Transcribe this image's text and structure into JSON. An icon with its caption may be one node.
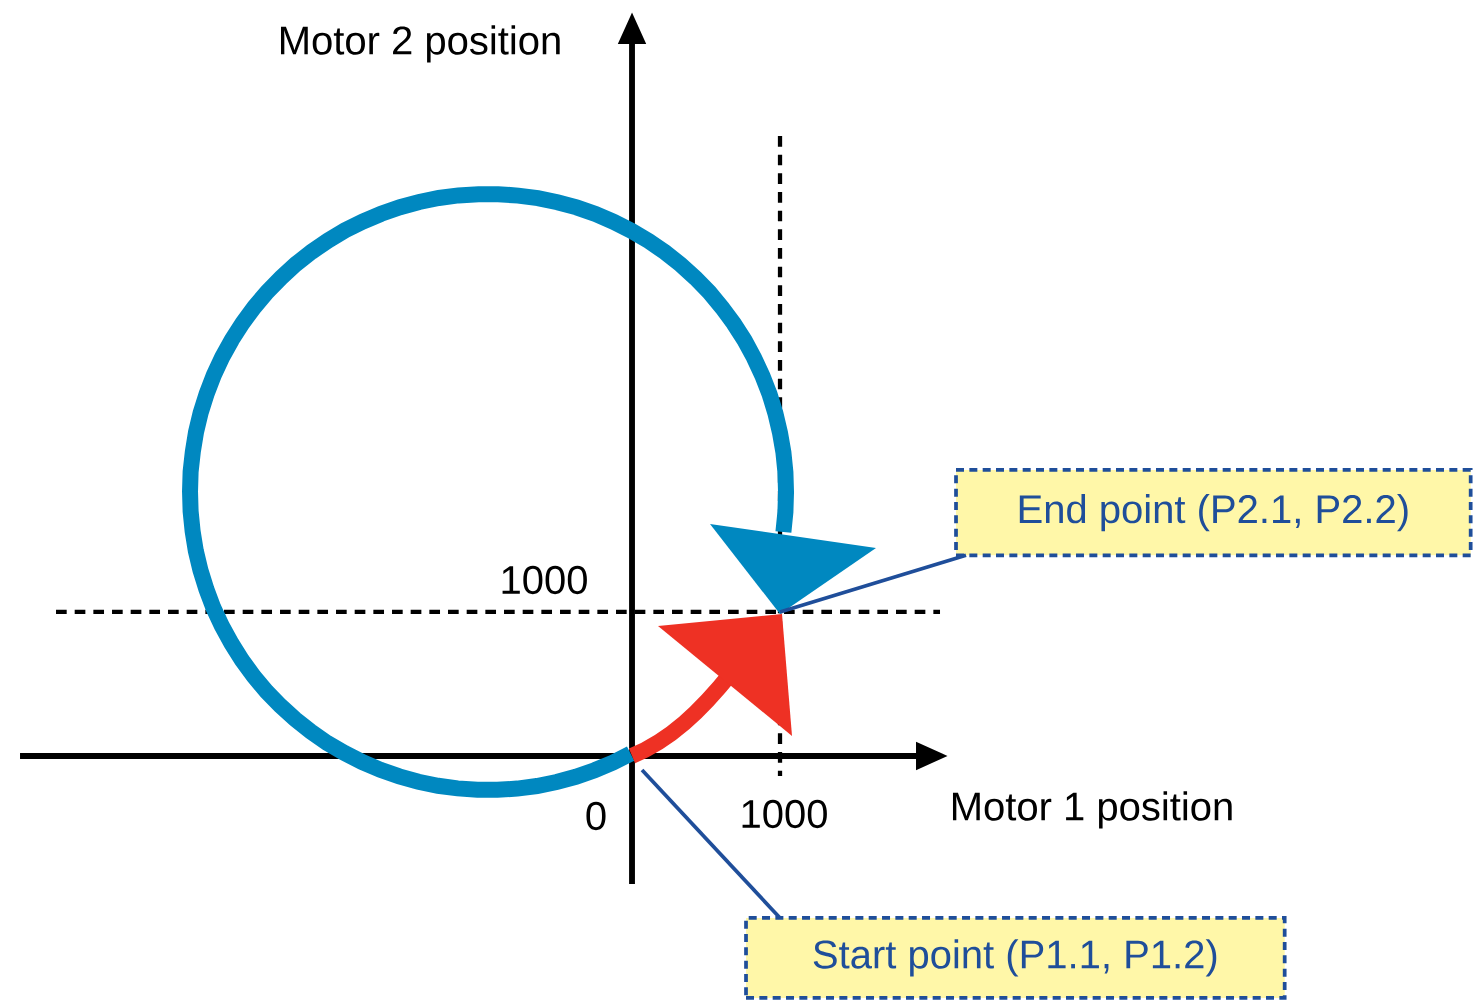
{
  "diagram": {
    "nodes": [
      {
        "text": [
          "End point (P2.1, P2.2)"
        ]
      },
      {
        "text": [
          "Start point (P1.1, P1.2)"
        ]
      }
    ],
    "edges": [
      {
        "from": 0,
        "to": null,
        "arrow": "none"
      },
      {
        "from": 1,
        "to": null,
        "arrow": "none"
      }
    ],
    "labels": [
      "Motor 2 position",
      "1000",
      "0",
      "1000",
      "Motor 1 position"
    ]
  }
}
